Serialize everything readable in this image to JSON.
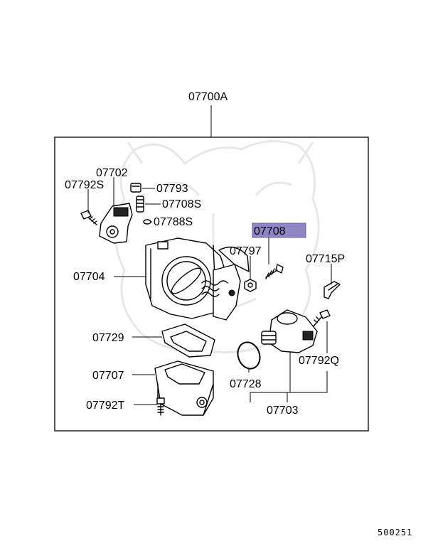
{
  "assembly_label": "07700A",
  "figure_number": "500251",
  "highlight_color": "#8f86c4",
  "parts": [
    {
      "key": "p07702",
      "label": "07702"
    },
    {
      "key": "p07792S",
      "label": "07792S"
    },
    {
      "key": "p07793",
      "label": "07793"
    },
    {
      "key": "p07708S",
      "label": "07708S"
    },
    {
      "key": "p07788S",
      "label": "07788S"
    },
    {
      "key": "p07708",
      "label": "07708",
      "highlighted": true
    },
    {
      "key": "p07797",
      "label": "07797"
    },
    {
      "key": "p07715P",
      "label": "07715P"
    },
    {
      "key": "p07704",
      "label": "07704"
    },
    {
      "key": "p07729",
      "label": "07729"
    },
    {
      "key": "p07792Q",
      "label": "07792Q"
    },
    {
      "key": "p07707",
      "label": "07707"
    },
    {
      "key": "p07728",
      "label": "07728"
    },
    {
      "key": "p07792T",
      "label": "07792T"
    },
    {
      "key": "p07703",
      "label": "07703"
    }
  ]
}
